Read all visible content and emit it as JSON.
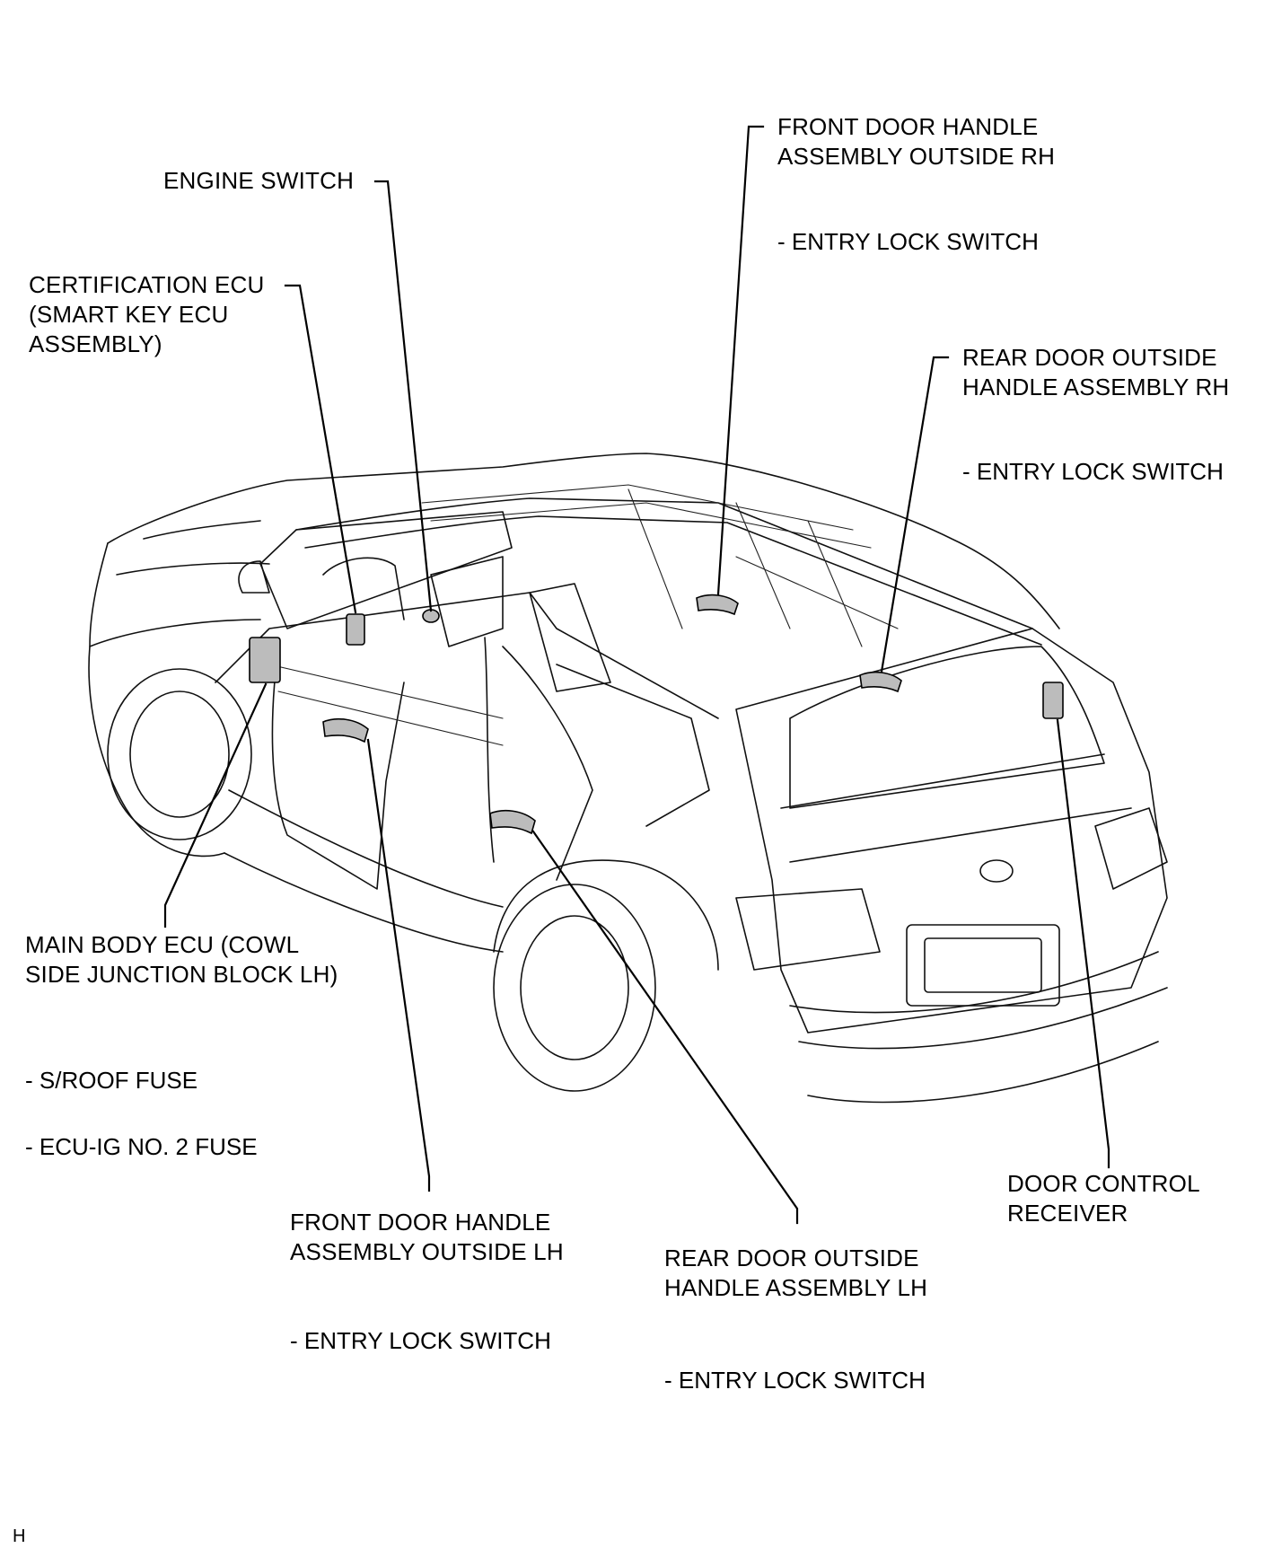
{
  "labels": {
    "engine_switch": [
      "ENGINE SWITCH"
    ],
    "certification_ecu": [
      "CERTIFICATION ECU",
      "(SMART KEY ECU",
      "ASSEMBLY)"
    ],
    "front_door_rh": [
      "FRONT DOOR HANDLE",
      "ASSEMBLY OUTSIDE RH"
    ],
    "front_door_rh_sub": "- ENTRY LOCK SWITCH",
    "rear_door_rh": [
      "REAR DOOR OUTSIDE",
      "HANDLE ASSEMBLY RH"
    ],
    "rear_door_rh_sub": "- ENTRY LOCK SWITCH",
    "main_body_ecu": [
      "MAIN BODY ECU (COWL",
      "SIDE JUNCTION BLOCK LH)"
    ],
    "main_body_ecu_sub1": "- S/ROOF FUSE",
    "main_body_ecu_sub2": "- ECU-IG NO. 2 FUSE",
    "front_door_lh": [
      "FRONT DOOR HANDLE",
      "ASSEMBLY OUTSIDE LH"
    ],
    "front_door_lh_sub": "- ENTRY LOCK SWITCH",
    "rear_door_lh": [
      "REAR DOOR OUTSIDE",
      "HANDLE ASSEMBLY LH"
    ],
    "rear_door_lh_sub": "- ENTRY LOCK SWITCH",
    "door_control_receiver": [
      "DOOR CONTROL",
      "RECEIVER"
    ]
  },
  "corner_mark": "H",
  "colors": {
    "line": "#000000",
    "background": "#ffffff",
    "component_fill": "#bcbcbc"
  }
}
